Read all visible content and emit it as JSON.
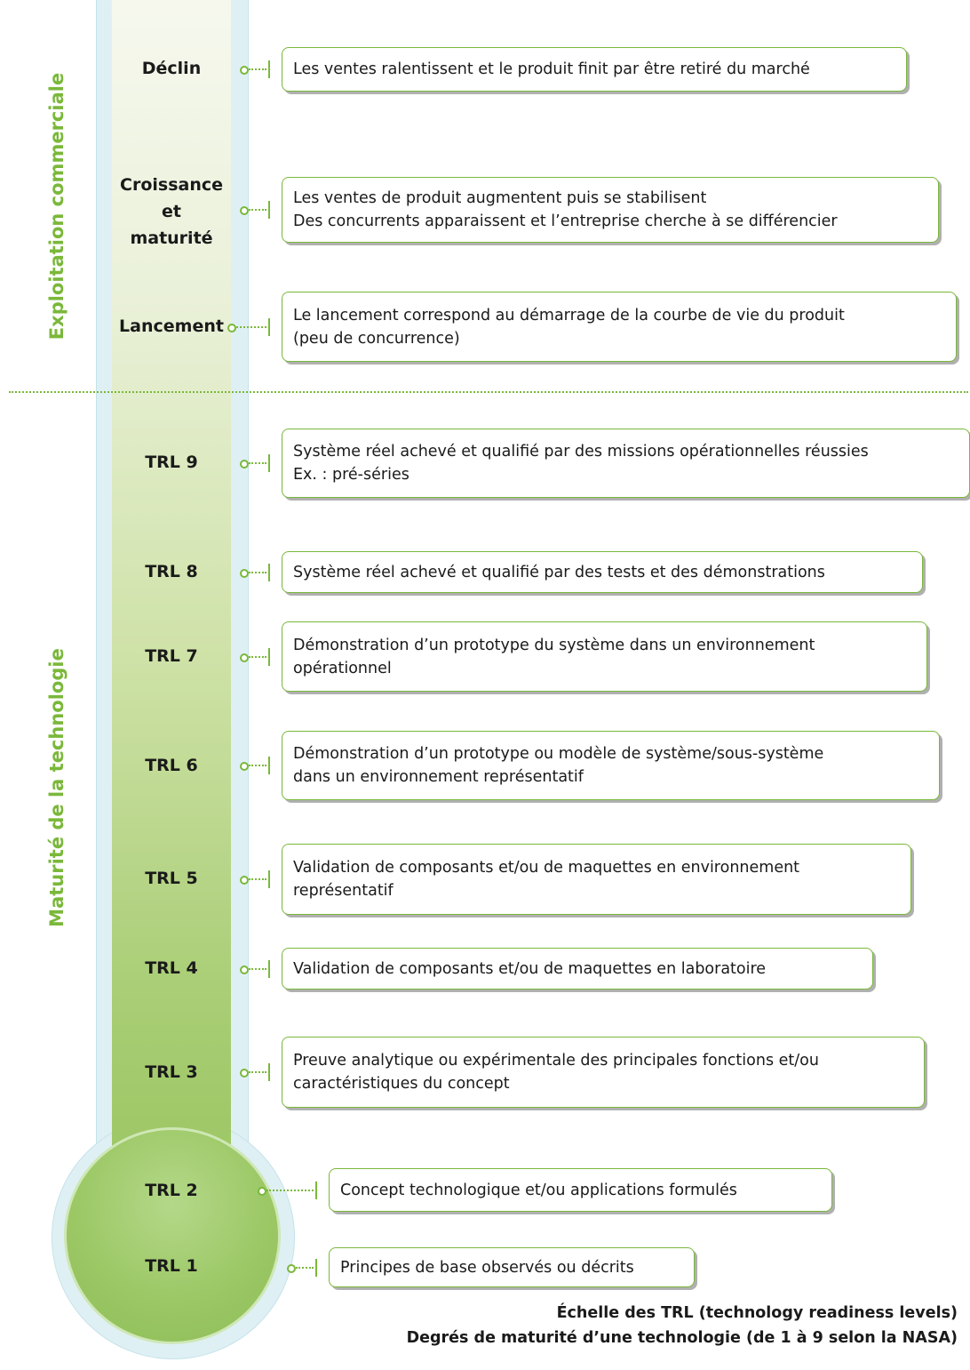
{
  "sections": {
    "commercial": "Exploitation commerciale",
    "technology": "Maturité de la technologie"
  },
  "stages": [
    {
      "label": "Déclin",
      "lines": [
        "Les ventes ralentissent et le produit finit par être retiré du marché"
      ]
    },
    {
      "label": "Croissance et maturité",
      "label_lines": [
        "Croissance",
        "et",
        "maturité"
      ],
      "lines": [
        "Les ventes de produit augmentent puis se stabilisent",
        "Des concurrents apparaissent et l’entreprise cherche à se différencier"
      ]
    },
    {
      "label": "Lancement",
      "lines": [
        "Le lancement correspond au démarrage de la courbe de vie du produit",
        "(peu de concurrence)"
      ]
    },
    {
      "label": "TRL 9",
      "lines": [
        "Système réel achevé et qualifié par des missions opérationnelles réussies",
        "Ex. : pré-séries"
      ]
    },
    {
      "label": "TRL 8",
      "lines": [
        "Système réel achevé et qualifié par des tests et des démonstrations"
      ]
    },
    {
      "label": "TRL 7",
      "lines": [
        "Démonstration d’un prototype du système dans un environnement",
        "opérationnel"
      ]
    },
    {
      "label": "TRL 6",
      "lines": [
        "Démonstration d’un prototype ou modèle de système/sous-système",
        "dans un environnement représentatif"
      ]
    },
    {
      "label": "TRL 5",
      "lines": [
        "Validation de composants et/ou de maquettes en environnement",
        "représentatif"
      ]
    },
    {
      "label": "TRL 4",
      "lines": [
        "Validation de composants et/ou de maquettes en laboratoire"
      ]
    },
    {
      "label": "TRL 3",
      "lines": [
        "Preuve analytique ou expérimentale des principales fonctions et/ou",
        "caractéristiques du concept"
      ]
    },
    {
      "label": "TRL 2",
      "lines": [
        "Concept technologique et/ou applications formulés"
      ]
    },
    {
      "label": "TRL 1",
      "lines": [
        "Principes de base observés ou décrits"
      ]
    }
  ],
  "caption": {
    "line1": "Échelle des TRL (technology readiness levels)",
    "line2": "Degrés de maturité d’une technologie (de 1 à 9 selon la NASA)"
  },
  "colors": {
    "accent_green": "#7ab83a",
    "tube_light": "#dff0f4",
    "fill_bottom": "#9cc663"
  }
}
